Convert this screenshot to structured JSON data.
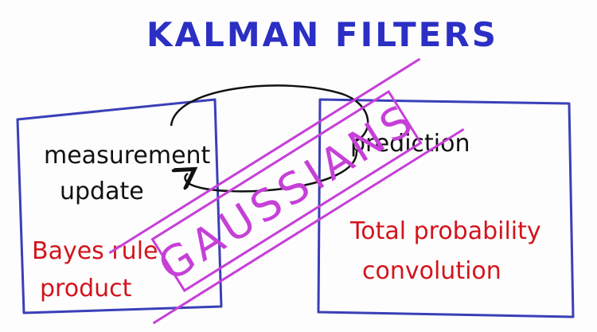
{
  "title": "KALMAN FILTERS",
  "left_box": {
    "label_line1": "measurement",
    "label_line2": "update",
    "note_line1": "Bayes rule",
    "note_line2": "product"
  },
  "right_box": {
    "label": "prediction",
    "note_line1": "Total probability",
    "note_line2": "convolution"
  },
  "overlay": {
    "text": "GAUSSIANS"
  },
  "colors": {
    "title": "#2b2fc4",
    "box_stroke": "#3a3fb8",
    "black_text": "#111111",
    "red_text": "#d2141c",
    "overlay": "#c640d8",
    "background": "#fdfdfd"
  }
}
